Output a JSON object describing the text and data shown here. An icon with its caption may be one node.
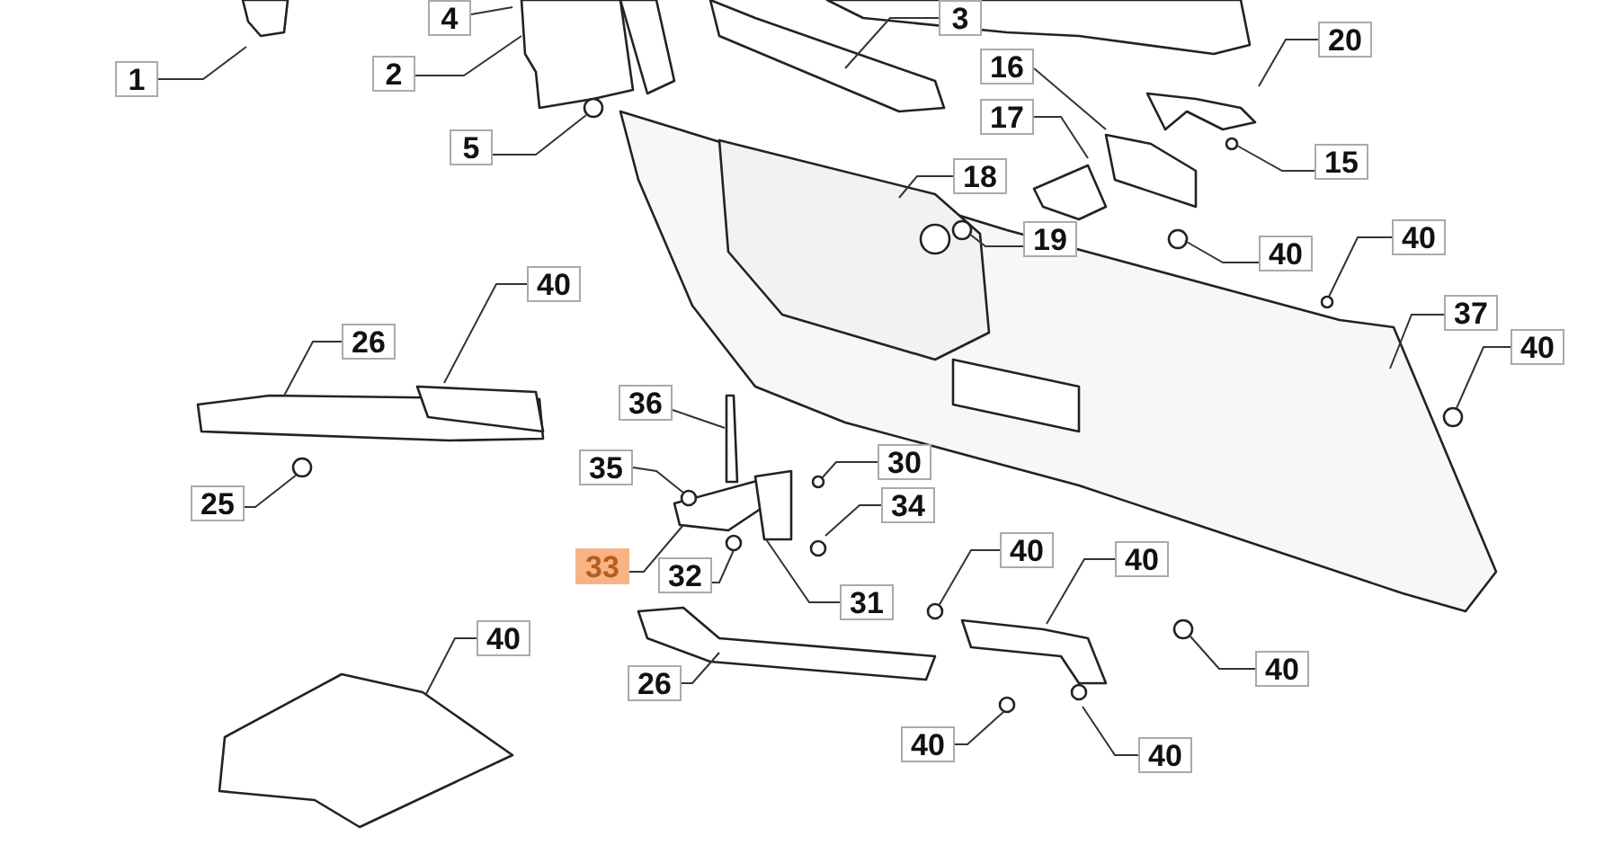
{
  "diagram": {
    "nodes": [
      {
        "text": [
          "4"
        ]
      },
      {
        "text": [
          "3"
        ]
      },
      {
        "text": [
          "20"
        ]
      },
      {
        "text": [
          "1"
        ]
      },
      {
        "text": [
          "2"
        ]
      },
      {
        "text": [
          "16"
        ]
      },
      {
        "text": [
          "17"
        ]
      },
      {
        "text": [
          "5"
        ]
      },
      {
        "text": [
          "15"
        ]
      },
      {
        "text": [
          "18"
        ]
      },
      {
        "text": [
          "19"
        ]
      },
      {
        "text": [
          "40"
        ]
      },
      {
        "text": [
          "40"
        ]
      },
      {
        "text": [
          "37"
        ]
      },
      {
        "text": [
          "40"
        ]
      },
      {
        "text": [
          "40"
        ]
      },
      {
        "text": [
          "26"
        ]
      },
      {
        "text": [
          "36"
        ]
      },
      {
        "text": [
          "35"
        ]
      },
      {
        "text": [
          "30"
        ]
      },
      {
        "text": [
          "34"
        ]
      },
      {
        "text": [
          "25"
        ]
      },
      {
        "text": [
          "40"
        ]
      },
      {
        "text": [
          "40"
        ]
      },
      {
        "text": [
          "33"
        ]
      },
      {
        "text": [
          "32"
        ]
      },
      {
        "text": [
          "31"
        ]
      },
      {
        "text": [
          "40"
        ]
      },
      {
        "text": [
          "26"
        ]
      },
      {
        "text": [
          "40"
        ]
      },
      {
        "text": [
          "40"
        ]
      },
      {
        "text": [
          "40"
        ]
      }
    ],
    "edges": [
      {
        "from": 0,
        "to": null,
        "arrow": "none"
      },
      {
        "from": 1,
        "to": null,
        "arrow": "none"
      },
      {
        "from": 2,
        "to": null,
        "arrow": "none"
      },
      {
        "from": 3,
        "to": null,
        "arrow": "none"
      },
      {
        "from": 4,
        "to": null,
        "arrow": "none"
      },
      {
        "from": 5,
        "to": null,
        "arrow": "none"
      },
      {
        "from": 6,
        "to": null,
        "arrow": "none"
      },
      {
        "from": 7,
        "to": null,
        "arrow": "none"
      },
      {
        "from": 8,
        "to": null,
        "arrow": "none"
      },
      {
        "from": 9,
        "to": null,
        "arrow": "none"
      },
      {
        "from": 10,
        "to": null,
        "arrow": "none"
      },
      {
        "from": 11,
        "to": null,
        "arrow": "none"
      },
      {
        "from": 12,
        "to": null,
        "arrow": "none"
      },
      {
        "from": 13,
        "to": null,
        "arrow": "none"
      },
      {
        "from": 14,
        "to": null,
        "arrow": "none"
      },
      {
        "from": 15,
        "to": null,
        "arrow": "none"
      },
      {
        "from": 16,
        "to": null,
        "arrow": "none"
      },
      {
        "from": 17,
        "to": null,
        "arrow": "none"
      },
      {
        "from": 18,
        "to": null,
        "arrow": "none"
      },
      {
        "from": 19,
        "to": null,
        "arrow": "none"
      },
      {
        "from": 20,
        "to": null,
        "arrow": "none"
      },
      {
        "from": 21,
        "to": null,
        "arrow": "none"
      },
      {
        "from": 22,
        "to": null,
        "arrow": "none"
      },
      {
        "from": 23,
        "to": null,
        "arrow": "none"
      },
      {
        "from": 24,
        "to": null,
        "arrow": "none"
      },
      {
        "from": 25,
        "to": null,
        "arrow": "none"
      },
      {
        "from": 26,
        "to": null,
        "arrow": "none"
      },
      {
        "from": 27,
        "to": null,
        "arrow": "none"
      },
      {
        "from": 28,
        "to": null,
        "arrow": "none"
      },
      {
        "from": 29,
        "to": null,
        "arrow": "none"
      },
      {
        "from": 30,
        "to": null,
        "arrow": "none"
      },
      {
        "from": 31,
        "to": null,
        "arrow": "none"
      }
    ]
  }
}
